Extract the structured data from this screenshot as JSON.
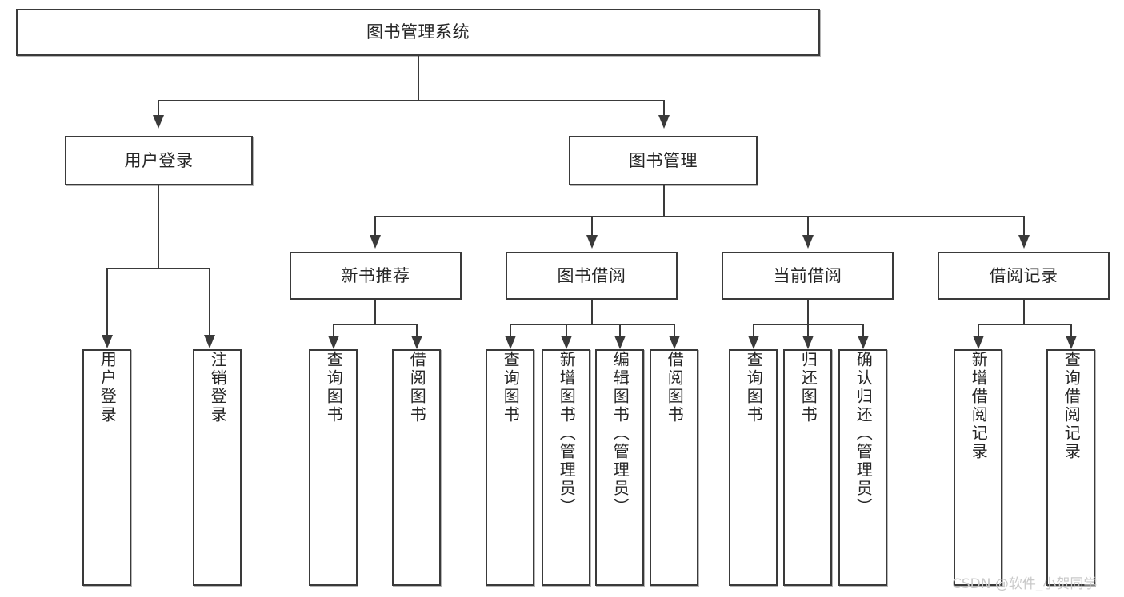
{
  "diagram": {
    "type": "tree",
    "title": "图书管理系统",
    "watermark": "CSDN @软件_小贺同学",
    "colors": {
      "stroke": "#3a3a3a",
      "fill": "#ffffff",
      "text": "#262626",
      "watermark": "#c9c9c9"
    },
    "root": {
      "label": "图书管理系统"
    },
    "level2": [
      {
        "label": "用户登录"
      },
      {
        "label": "图书管理"
      }
    ],
    "level3": [
      {
        "label": "新书推荐"
      },
      {
        "label": "图书借阅"
      },
      {
        "label": "当前借阅"
      },
      {
        "label": "借阅记录"
      }
    ],
    "leaves": {
      "user_login": [
        {
          "label": "用户登录"
        },
        {
          "label": "注销登录"
        }
      ],
      "new_book": [
        {
          "label": "查询图书"
        },
        {
          "label": "借阅图书"
        }
      ],
      "borrow": [
        {
          "label": "查询图书"
        },
        {
          "label": "新增图书（管理员）"
        },
        {
          "label": "编辑图书（管理员）"
        },
        {
          "label": "借阅图书"
        }
      ],
      "current": [
        {
          "label": "查询图书"
        },
        {
          "label": "归还图书"
        },
        {
          "label": "确认归还（管理员）"
        }
      ],
      "records": [
        {
          "label": "新增借阅记录"
        },
        {
          "label": "查询借阅记录"
        }
      ]
    }
  }
}
